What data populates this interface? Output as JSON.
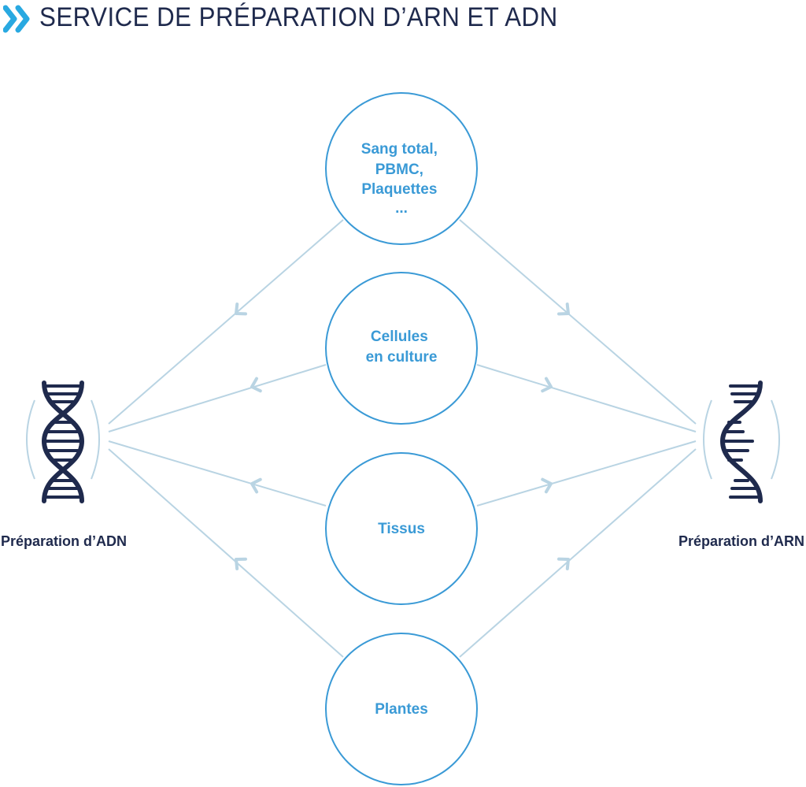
{
  "header": {
    "title": "SERVICE DE PRÉPARATION D’ARN ET ADN",
    "icon": "double-chevron-right-icon"
  },
  "colors": {
    "accent": "#3a9ad6",
    "line": "#b9d4e3",
    "navy": "#1f2a4d"
  },
  "sources": [
    {
      "lines": [
        "Sang total,",
        "PBMC,",
        "Plaquettes",
        "..."
      ]
    },
    {
      "lines": [
        "Cellules",
        "en culture"
      ]
    },
    {
      "lines": [
        "Tissus"
      ]
    },
    {
      "lines": [
        "Plantes"
      ]
    }
  ],
  "targets": {
    "left": {
      "label": "Préparation d’ADN",
      "icon": "dna-icon"
    },
    "right": {
      "label": "Préparation d’ARN",
      "icon": "rna-icon"
    }
  }
}
